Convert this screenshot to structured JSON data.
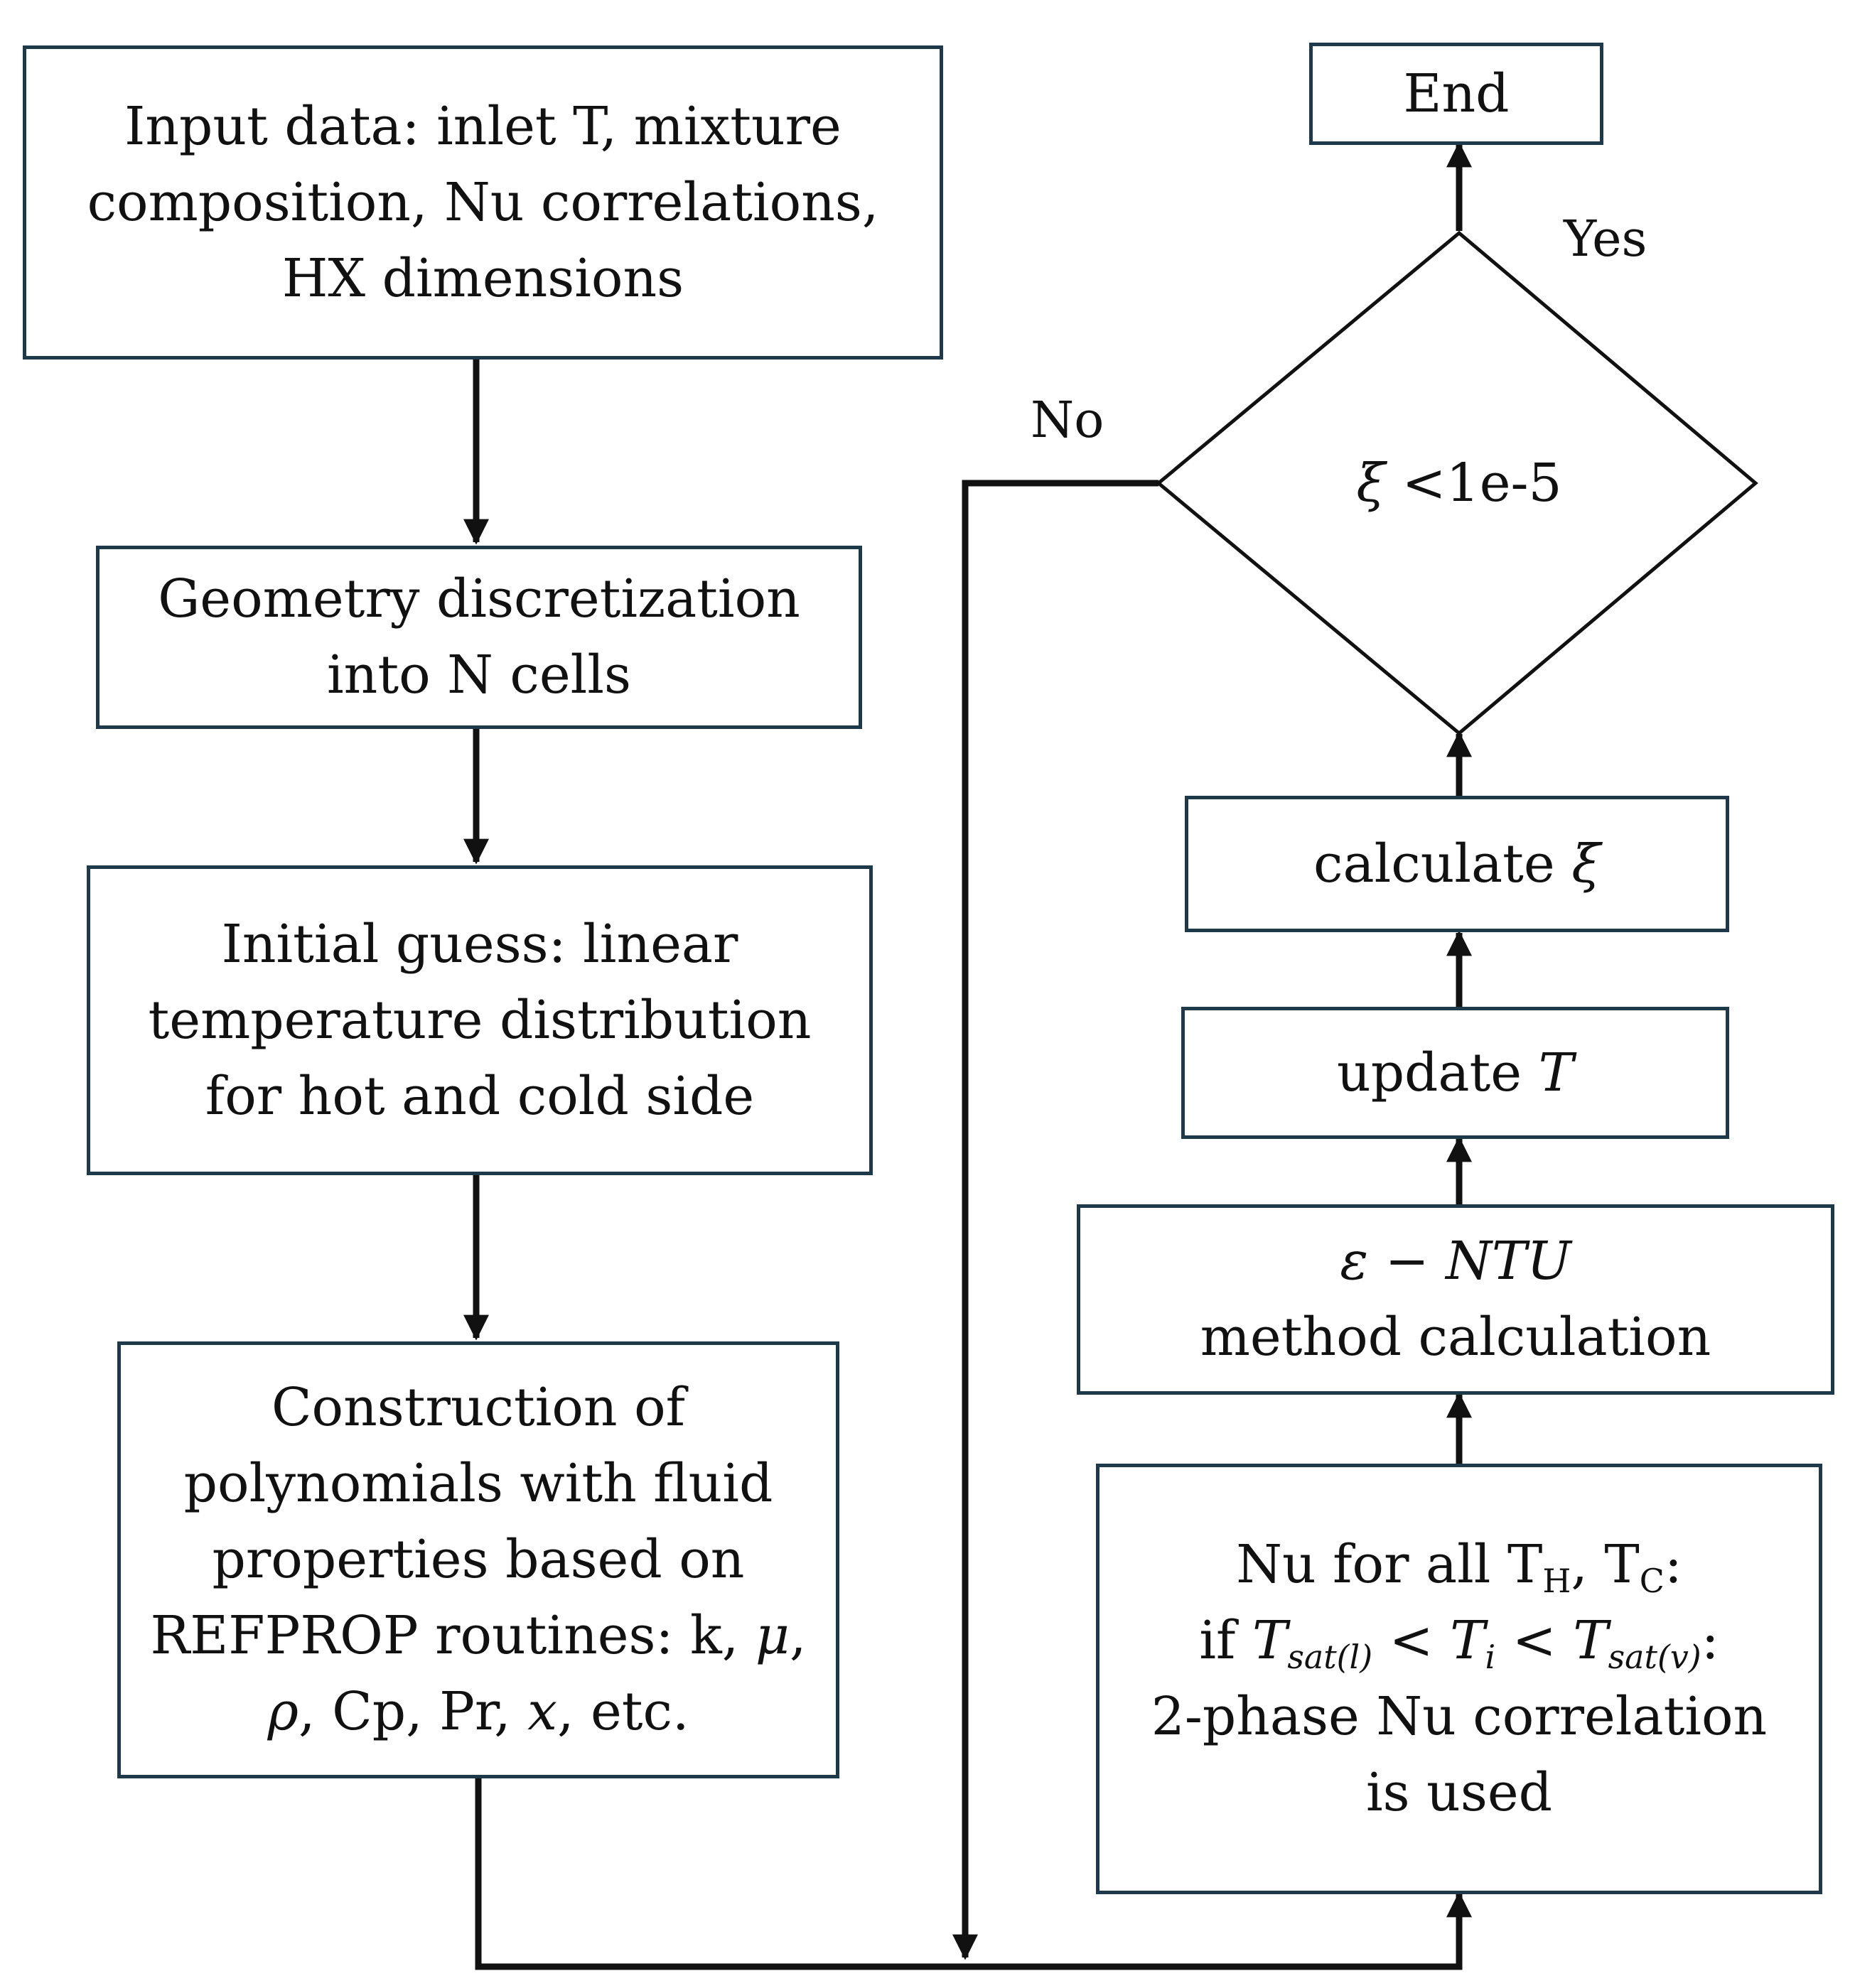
{
  "nodes": {
    "input": {
      "lines": [
        "Input data: inlet T, mixture",
        "composition, Nu correlations,",
        "HX dimensions"
      ]
    },
    "discretization": {
      "lines": [
        "Geometry discretization",
        "into N cells"
      ]
    },
    "initial_guess": {
      "lines": [
        "Initial guess: linear",
        "temperature distribution",
        "for hot and cold side"
      ]
    },
    "polynomials": {
      "line1": "Construction of",
      "line2": "polynomials with fluid",
      "line3": "properties based on",
      "line4a": "REFPROP routines: k, ",
      "line4b": "μ",
      "line4c": ",",
      "line5a": "ρ",
      "line5b": ", Cp, Pr, ",
      "line5c": "x",
      "line5d": ", etc."
    },
    "nu": {
      "l1a": "Nu for all T",
      "l1b": "H",
      "l1c": ", T",
      "l1d": "C",
      "l1e": ":",
      "l2a": "if ",
      "l2b": "T",
      "l2c": "sat(l)",
      "l2d": " < ",
      "l2e": "T",
      "l2f": "i",
      "l2g": " < ",
      "l2h": "T",
      "l2i": "sat(v)",
      "l2j": ":",
      "l3": "2-phase Nu correlation",
      "l4": "is used"
    },
    "entu": {
      "line1": "ε − NTU",
      "line2": "method calculation"
    },
    "update": {
      "text": "update ",
      "var": "T"
    },
    "calc_xi": {
      "text": "calculate ",
      "var": "ξ"
    },
    "decision": {
      "var": "ξ",
      "text": " <1e-5"
    },
    "end": {
      "text": "End"
    }
  },
  "edges": {
    "yes_label": "Yes",
    "no_label": "No"
  },
  "style": {
    "stroke": "#111111",
    "box_border": "#1e3a4a"
  }
}
